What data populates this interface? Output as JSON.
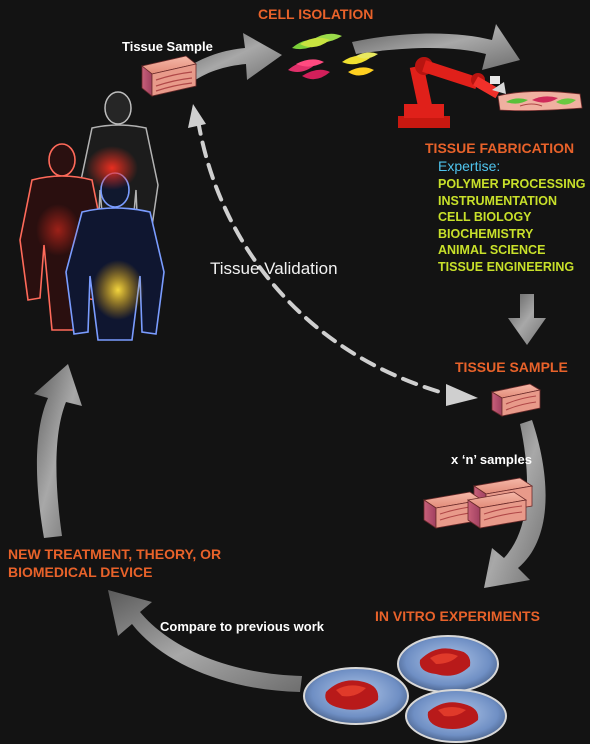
{
  "labels": {
    "cell_isolation": "CELL ISOLATION",
    "tissue_sample_top": "Tissue Sample",
    "tissue_fabrication": "TISSUE FABRICATION",
    "expertise_title": "Expertise:",
    "expertise_items": [
      "POLYMER PROCESSING",
      "INSTRUMENTATION",
      "CELL BIOLOGY",
      "BIOCHEMISTRY",
      "ANIMAL SCIENCE",
      "TISSUE ENGINEERING"
    ],
    "tissue_validation": "Tissue Validation",
    "tissue_sample_right": "TISSUE SAMPLE",
    "n_samples": "x ‘n’ samples",
    "in_vitro": "IN VITRO EXPERIMENTS",
    "compare": "Compare to previous work",
    "new_treatment_line1": "NEW TREATMENT, THEORY, OR",
    "new_treatment_line2": "BIOMEDICAL DEVICE"
  },
  "colors": {
    "background": "#131313",
    "heading_orange": "#e8622a",
    "expertise_lime": "#c8e02a",
    "expertise_cyan": "#4fc4ee",
    "arrow_gray": "#8a8a8a",
    "robot_red": "#e0201a"
  },
  "icons": [
    "human-figures-icon",
    "cell-cluster-icon",
    "robot-arm-icon",
    "tissue-strip-icon",
    "tissue-block-icon",
    "petri-dish-icon"
  ]
}
